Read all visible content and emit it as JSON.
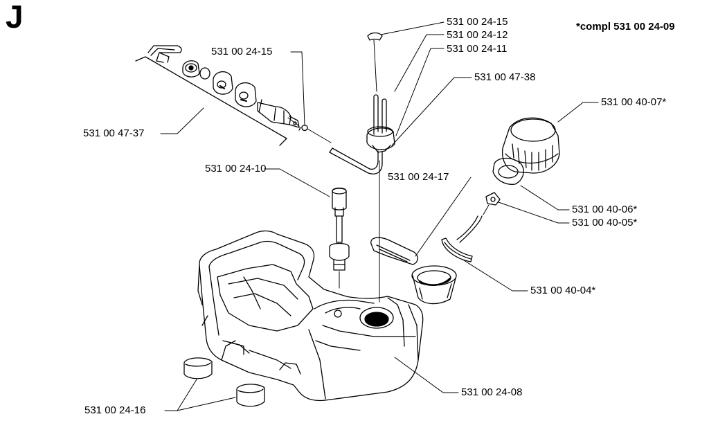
{
  "section_letter": "J",
  "compl_note": "*compl 531 00 24-09",
  "labels": {
    "p_24_15_top": "531 00 24-15",
    "p_24_12": "531 00 24-12",
    "p_24_11": "531 00 24-11",
    "p_47_38": "531 00 47-38",
    "p_24_15_mid": "531 00 24-15",
    "p_40_07": "531 00 40-07*",
    "p_47_37": "531 00 47-37",
    "p_24_10": "531 00 24-10",
    "p_24_17": "531 00 24-17",
    "p_40_06": "531 00 40-06*",
    "p_40_05": "531 00 40-05*",
    "p_40_04": "531 00 40-04*",
    "p_24_08": "531 00 24-08",
    "p_24_16": "531 00 24-16"
  }
}
